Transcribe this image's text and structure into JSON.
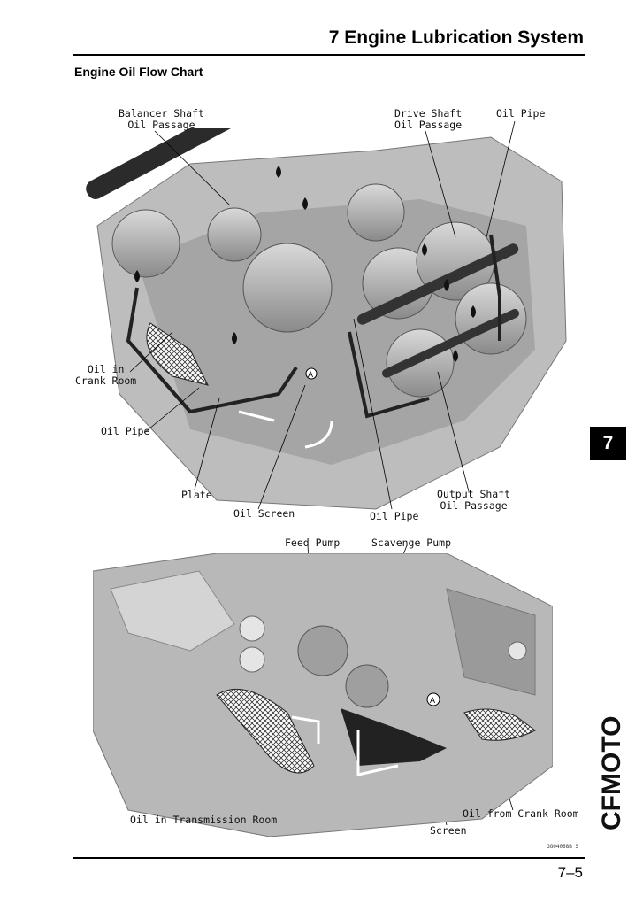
{
  "header": {
    "title": "7 Engine Lubrication System"
  },
  "section": {
    "title": "Engine Oil Flow Chart"
  },
  "chapter_tab": "7",
  "brand": "CFMOTO",
  "figure_top": {
    "labels": {
      "balancer_shaft": [
        "Balancer Shaft",
        "Oil Passage"
      ],
      "drive_shaft": [
        "Drive Shaft",
        "Oil Passage"
      ],
      "oil_pipe_top": "Oil Pipe",
      "oil_in_crank_room": [
        "Oil in",
        "Crank Room"
      ],
      "oil_pipe_left": "Oil Pipe",
      "plate": "Plate",
      "oil_screen": "Oil Screen",
      "oil_pipe_bottom": "Oil Pipe",
      "output_shaft": [
        "Output Shaft",
        "Oil Passage"
      ]
    },
    "marker": "A"
  },
  "figure_bottom": {
    "labels": {
      "feed_pump": "Feed Pump",
      "scavenge_pump": "Scavenge Pump",
      "oil_in_transmission_room": "Oil in Transmission Room",
      "oil_from_crank_room": "Oil from Crank Room",
      "screen": "Screen"
    },
    "marker": "A"
  },
  "footer": {
    "ref_code": "GG04068B  S",
    "page_number": "7–5"
  }
}
